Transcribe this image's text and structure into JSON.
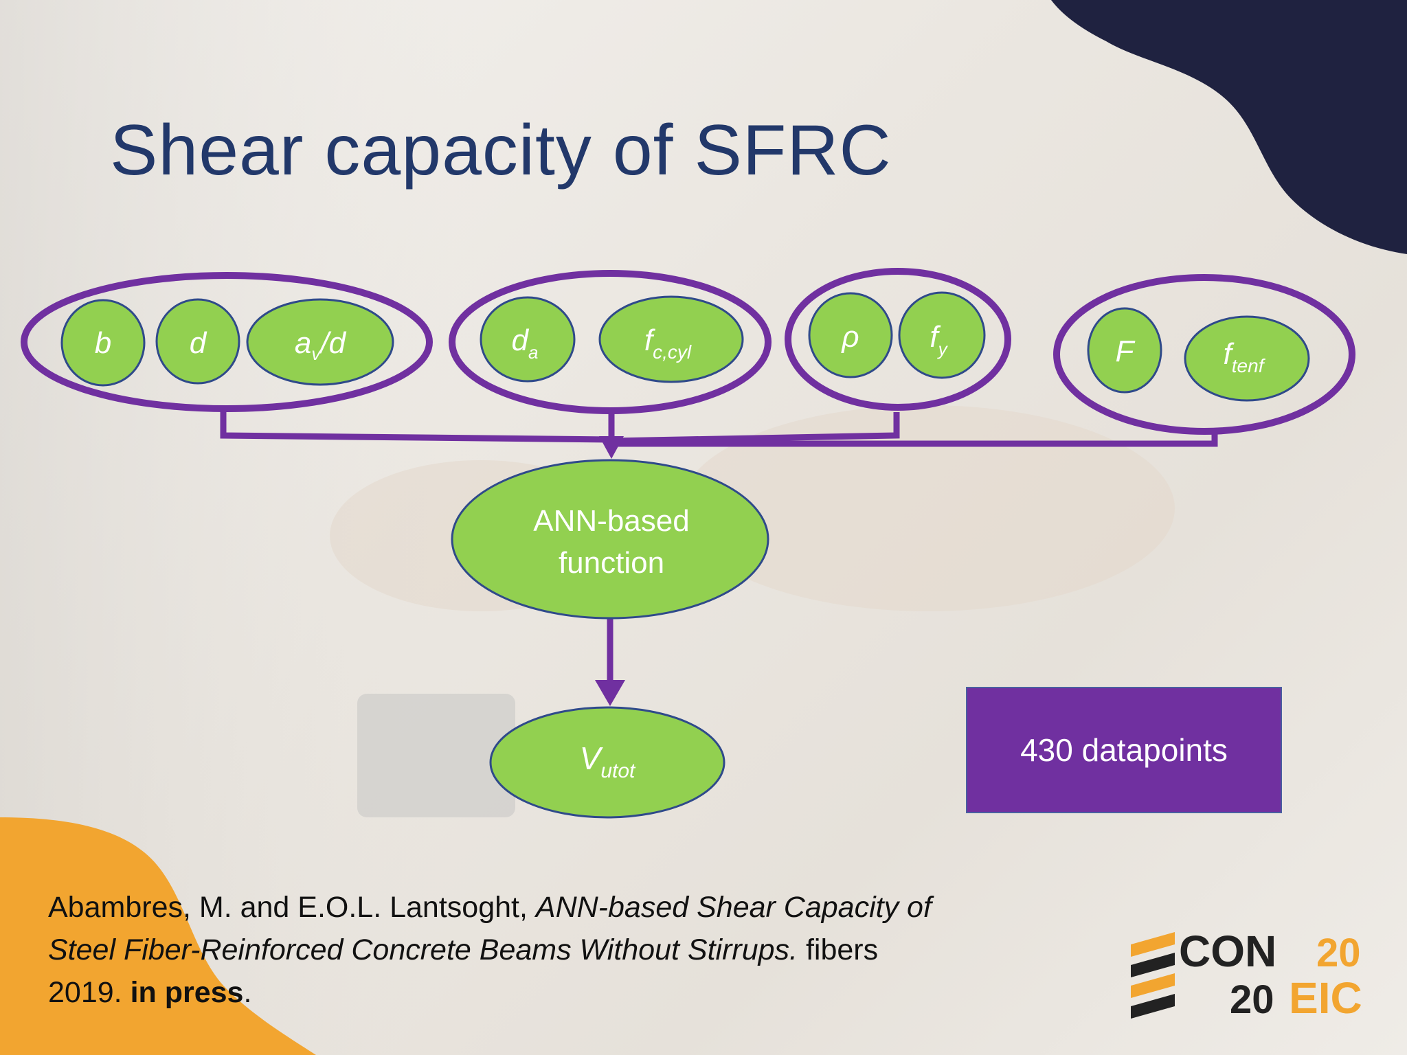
{
  "slide": {
    "title": "Shear capacity of SFRC",
    "datapoints_label": "430 datapoints",
    "reference": {
      "authors": "Abambres, M. and E.O.L. Lantsoght, ",
      "title_italic_1": "ANN-based Shear Capacity of",
      "title_italic_2": "Steel Fiber-Reinforced Concrete Beams Without Stirrups.",
      "journal": " fibers",
      "year": "2019. ",
      "status": "in press",
      "end": "."
    }
  },
  "diagram": {
    "input_groups": [
      {
        "inputs": [
          {
            "main": "b",
            "sub": ""
          },
          {
            "main": "d",
            "sub": ""
          },
          {
            "main": "a",
            "sub": "v",
            "suffix": "/d"
          }
        ]
      },
      {
        "inputs": [
          {
            "main": "d",
            "sub": "a"
          },
          {
            "main": "f",
            "sub": "c,cyl"
          }
        ]
      },
      {
        "inputs": [
          {
            "main": "ρ",
            "sub": ""
          },
          {
            "main": "f",
            "sub": "y"
          }
        ]
      },
      {
        "inputs": [
          {
            "main": "F",
            "sub": ""
          },
          {
            "main": "f",
            "sub": "tenf"
          }
        ]
      }
    ],
    "function_node": {
      "line1": "ANN-based",
      "line2": "function"
    },
    "output_node": {
      "main": "V",
      "sub": "utot"
    }
  },
  "logo": {
    "line1a": "CON",
    "line1b": "20",
    "line2a": "20",
    "line2b": "EIC"
  },
  "colors": {
    "title": "#22386a",
    "node_fill": "#92d050",
    "node_stroke": "#2f4a8a",
    "group_stroke": "#7030a0",
    "box_fill": "#7030a0",
    "navy_blob": "#1f2240",
    "orange_blob": "#f2a530"
  }
}
